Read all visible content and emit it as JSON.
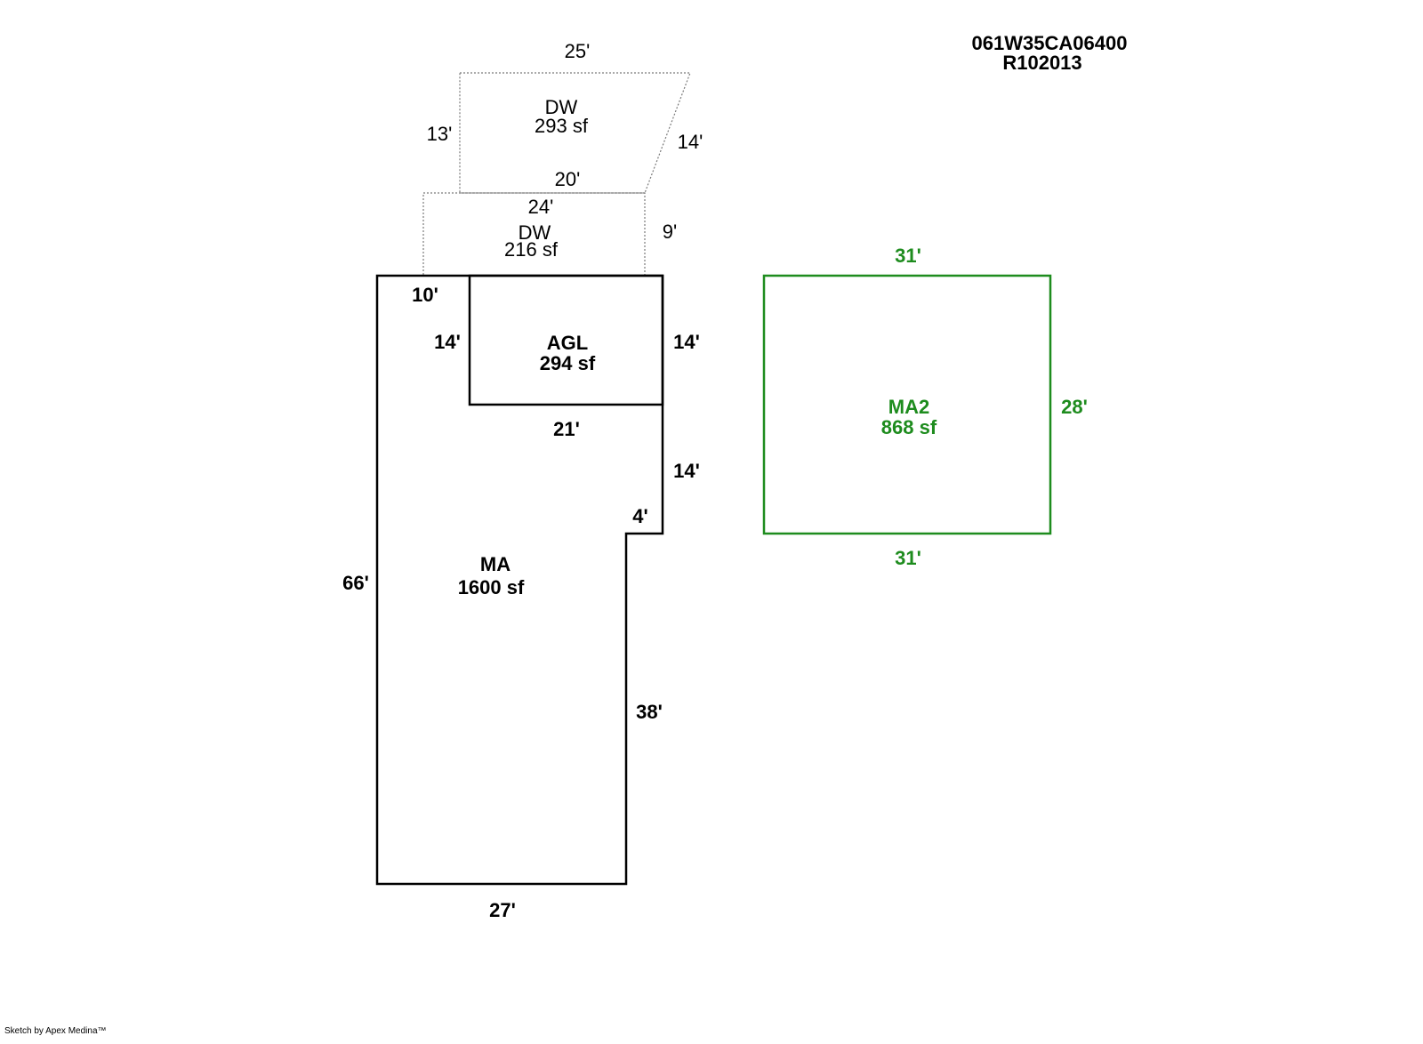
{
  "header": {
    "parcel_id": "061W35CA06400",
    "account": "R102013"
  },
  "credit": "Sketch by Apex Medina™",
  "colors": {
    "main_line": "#000000",
    "dotted_line": "#7a7a7a",
    "ma2": "#1e8c1e"
  },
  "areas": {
    "dw_upper": {
      "name": "DW",
      "area": "293 sf"
    },
    "dw_lower": {
      "name": "DW",
      "area": "216 sf"
    },
    "agl": {
      "name": "AGL",
      "area": "294 sf"
    },
    "ma": {
      "name": "MA",
      "area": "1600 sf"
    },
    "ma2": {
      "name": "MA2",
      "area": "868 sf"
    }
  },
  "dimensions": {
    "dw_upper_top": "25'",
    "dw_upper_left": "13'",
    "dw_upper_right": "14'",
    "dw_upper_bottom": "20'",
    "dw_lower_top": "24'",
    "dw_lower_right": "9'",
    "ma_top_left": "10'",
    "agl_left": "14'",
    "agl_right": "14'",
    "agl_bottom": "21'",
    "ma_right_upper": "14'",
    "ma_notch": "4'",
    "ma_left": "66'",
    "ma_right_lower": "38'",
    "ma_bottom": "27'",
    "ma2_top": "31'",
    "ma2_right": "28'",
    "ma2_bottom": "31'"
  }
}
